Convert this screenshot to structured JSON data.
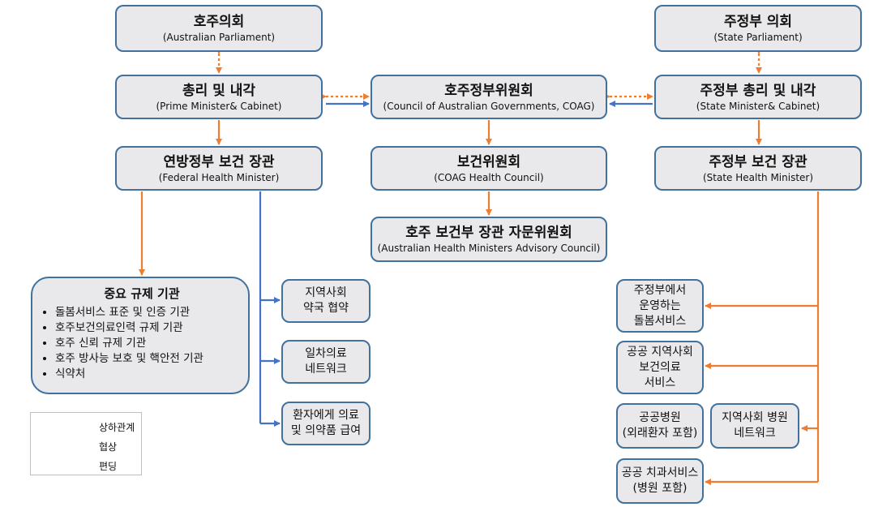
{
  "colors": {
    "hierarchy": "#ed7d31",
    "negotiation": "#ed7d31",
    "funding": "#4472c4",
    "box_fill": "#e9e9eb",
    "box_border": "#41719c"
  },
  "boxes": {
    "aus_parliament": {
      "ko": "호주의회",
      "en": "(Australian Parliament)"
    },
    "pm_cabinet": {
      "ko": "총리 및 내각",
      "en": "(Prime Minister& Cabinet)"
    },
    "federal_health": {
      "ko": "연방정부 보건 장관",
      "en": "(Federal Health Minister)"
    },
    "coag": {
      "ko": "호주정부위원회",
      "en": "(Council of Australian Governments, COAG)"
    },
    "coag_health": {
      "ko": "보건위원회",
      "en": "(COAG Health Council)"
    },
    "ahmac": {
      "ko": "호주 보건부 장관 자문위원회",
      "en": "(Australian Health Ministers Advisory Council)"
    },
    "state_parliament": {
      "ko": "주정부 의회",
      "en": "(State Parliament)"
    },
    "state_cabinet": {
      "ko": "주정부 총리 및 내각",
      "en": "(State Minister& Cabinet)"
    },
    "state_health": {
      "ko": "주정부 보건 장관",
      "en": "(State Health Minister)"
    }
  },
  "regulators": {
    "title": "중요 규제 기관",
    "items": [
      "돌봄서비스 표준 및 인증 기관",
      "호주보건의료인력 규제 기관",
      "호주 신뢰 규제 기관",
      "호주 방사능 보호 및 핵안전 기관",
      "식약처"
    ]
  },
  "federal_funded": {
    "pharmacy": {
      "l1": "지역사회",
      "l2": "약국 협약"
    },
    "primary": {
      "l1": "일차의료",
      "l2": "네트워크"
    },
    "pbs": {
      "l1": "환자에게 의료",
      "l2": "및 의약품 급여"
    }
  },
  "state_services": {
    "care": {
      "l1": "주정부에서",
      "l2": "운영하는",
      "l3": "돌봄서비스"
    },
    "community": {
      "l1": "공공 지역사회",
      "l2": "보건의료",
      "l3": "서비스"
    },
    "public_hospital": {
      "l1": "공공병원",
      "l2": "(외래환자 포함)"
    },
    "community_hospital": {
      "l1": "지역사회 병원",
      "l2": "네트워크"
    },
    "dental": {
      "l1": "공공 치과서비스",
      "l2": "(병원 포함)"
    }
  },
  "legend": {
    "hierarchy": "상하관계",
    "negotiation": "협상",
    "funding": "편딩"
  }
}
